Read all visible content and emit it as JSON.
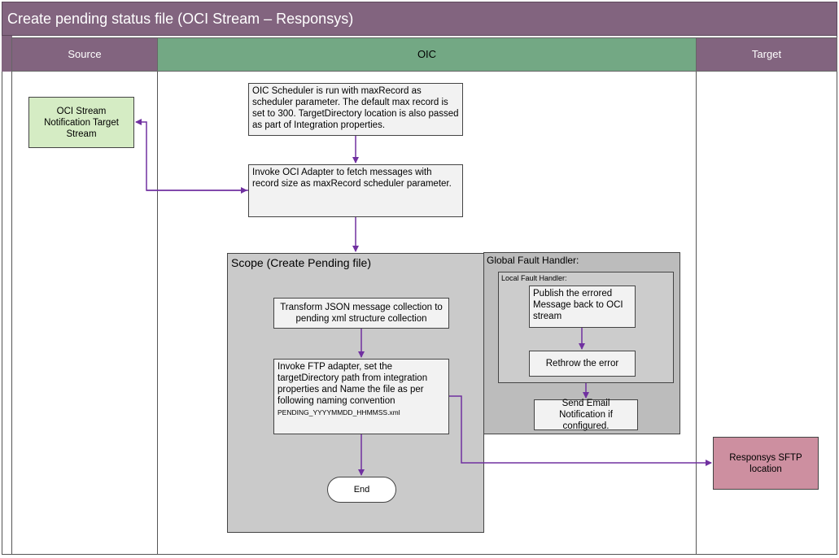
{
  "title": "Create pending status file (OCI Stream – Responsys)",
  "lanes": {
    "source": "Source",
    "oic": "OIC",
    "target": "Target"
  },
  "nodes": {
    "oci_stream": "OCI Stream Notification Target Stream",
    "scheduler": "OIC Scheduler is run with maxRecord as scheduler parameter. The default max record is set to 300. TargetDirectory location is also passed as part of Integration properties.",
    "invoke_oci": "Invoke OCI Adapter to fetch messages with record size as maxRecord scheduler parameter.",
    "scope_label": "Scope (Create Pending file)",
    "transform": "Transform JSON message collection to pending xml structure collection",
    "invoke_ftp": "Invoke FTP adapter, set the targetDirectory path from integration properties and Name the file as per following naming convention",
    "file_name": "PENDING_YYYYMMDD_HHMMSS.xml",
    "end": "End",
    "global_fault": "Global Fault Handler:",
    "local_fault": "Local Fault Handler:",
    "publish_error": "Publish the errored Message back to OCI stream",
    "rethrow": "Rethrow the error",
    "send_email": "Send Email Notification if configured.",
    "responsys": "Responsys SFTP location"
  },
  "colors": {
    "header_purple": "#82647f",
    "oic_green": "#73a884",
    "source_box": "#d5ecc4",
    "target_box": "#cd8fa0",
    "connector": "#7030a0"
  }
}
